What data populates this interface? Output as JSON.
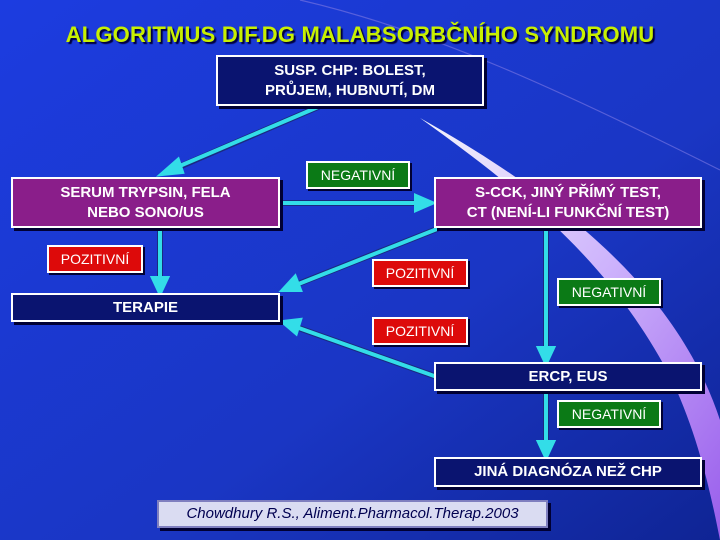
{
  "title": "ALGORITMUS DIF.DG MALABSORBČNÍHO SYNDROMU",
  "nodes": {
    "start": "SUSP. CHP: BOLEST,\nPRŮJEM, HUBNUTÍ, DM",
    "serum": "SERUM TRYPSIN, FELA\nNEBO SONO/US",
    "scck": "S-CCK, JINÝ PŘÍMÝ TEST,\nCT (NENÍ-LI FUNKČNÍ TEST)",
    "terapie": "TERAPIE",
    "ercp": "ERCP, EUS",
    "jina": "JINÁ DIAGNÓZA NEŽ CHP"
  },
  "labels": {
    "negativni_1": "NEGATIVNÍ",
    "pozitivni_1": "POZITIVNÍ",
    "pozitivni_2": "POZITIVNÍ",
    "negativni_2": "NEGATIVNÍ",
    "pozitivni_3": "POZITIVNÍ",
    "negativni_3": "NEGATIVNÍ"
  },
  "citation": "Chowdhury R.S., Aliment.Pharmacol.Therap.2003",
  "colors": {
    "background": "#1f3fd6",
    "arrow": "#33dde8",
    "box_navy": "#0a1470",
    "box_purple": "#8a1e8a",
    "badge_negative": "#0b7a16",
    "badge_positive": "#dd0a0a"
  }
}
